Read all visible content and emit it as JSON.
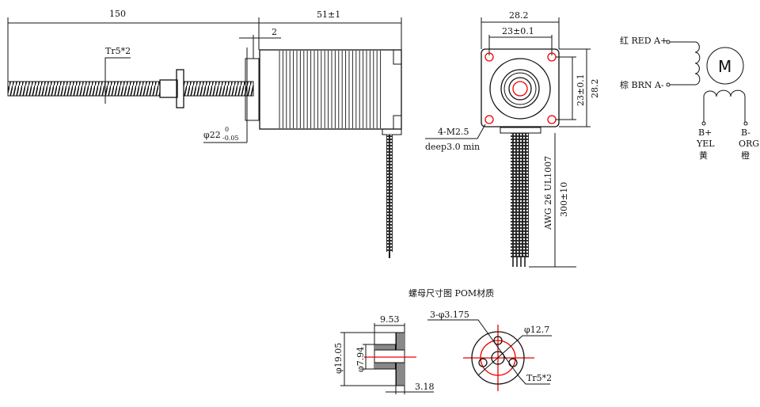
{
  "side_view": {
    "length_screw": "150",
    "length_motor": "51±1",
    "flange_thickness": "2",
    "thread": "Tr5*2",
    "pilot_dia": "φ22",
    "pilot_tol_upper": "0",
    "pilot_tol_lower": "-0.05"
  },
  "front_view": {
    "width": "28.2",
    "hole_spacing": "23±0.1",
    "hole_spacing_v": "23±0.1",
    "height": "28.2",
    "holes": "4-M2.5",
    "hole_depth": "deep3.0 min",
    "cable_spec": "AWG 26 UL1007",
    "cable_length": "300±10"
  },
  "wiring": {
    "a_plus": "红 RED A+",
    "a_minus": "棕 BRN A-",
    "motor": "M",
    "b_plus": "B+",
    "b_plus_color": "YEL",
    "b_plus_cn": "黄",
    "b_minus": "B-",
    "b_minus_color": "ORG",
    "b_minus_cn": "橙"
  },
  "nut": {
    "title": "螺母尺寸图 POM材质",
    "length": "9.53",
    "outer_dia": "φ19.05",
    "hub_dia": "φ7.94",
    "flange_thickness": "3.18",
    "mount_holes": "3-φ3.175",
    "pcd": "φ12.7",
    "thread": "Tr5*2"
  },
  "colors": {
    "accent": "#e00000"
  }
}
